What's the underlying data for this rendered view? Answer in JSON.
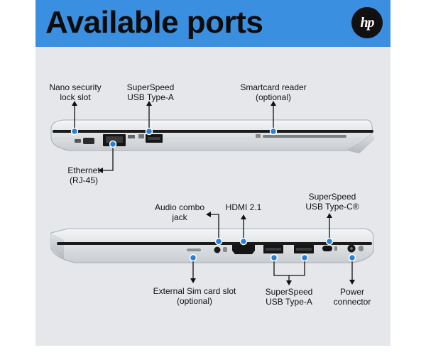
{
  "title": "Available ports",
  "brand": {
    "logo_text": "hp",
    "logo_color": "#111111"
  },
  "colors": {
    "banner": "#3b8fe0",
    "background": "#e5e7ea",
    "callout": "#2a7fd6"
  },
  "views": {
    "left_side": {
      "ports": [
        {
          "id": "lock",
          "lines": [
            "Nano security",
            "lock slot"
          ]
        },
        {
          "id": "usba",
          "lines": [
            "SuperSpeed",
            "USB Type-A"
          ]
        },
        {
          "id": "smartcard",
          "lines": [
            "Smartcard reader",
            "(optional)"
          ]
        },
        {
          "id": "ethernet",
          "lines": [
            "Ethernet",
            "(RJ-45)"
          ]
        }
      ]
    },
    "right_side": {
      "ports": [
        {
          "id": "audio",
          "lines": [
            "Audio combo",
            "jack"
          ]
        },
        {
          "id": "hdmi",
          "lines": [
            "HDMI 2.1"
          ]
        },
        {
          "id": "usbc",
          "lines": [
            "SuperSpeed",
            "USB Type-C®"
          ]
        },
        {
          "id": "sim",
          "lines": [
            "External Sim card slot",
            "(optional)"
          ]
        },
        {
          "id": "usba2",
          "lines": [
            "SuperSpeed",
            "USB Type-A"
          ]
        },
        {
          "id": "power",
          "lines": [
            "Power",
            "connector"
          ]
        }
      ]
    }
  }
}
